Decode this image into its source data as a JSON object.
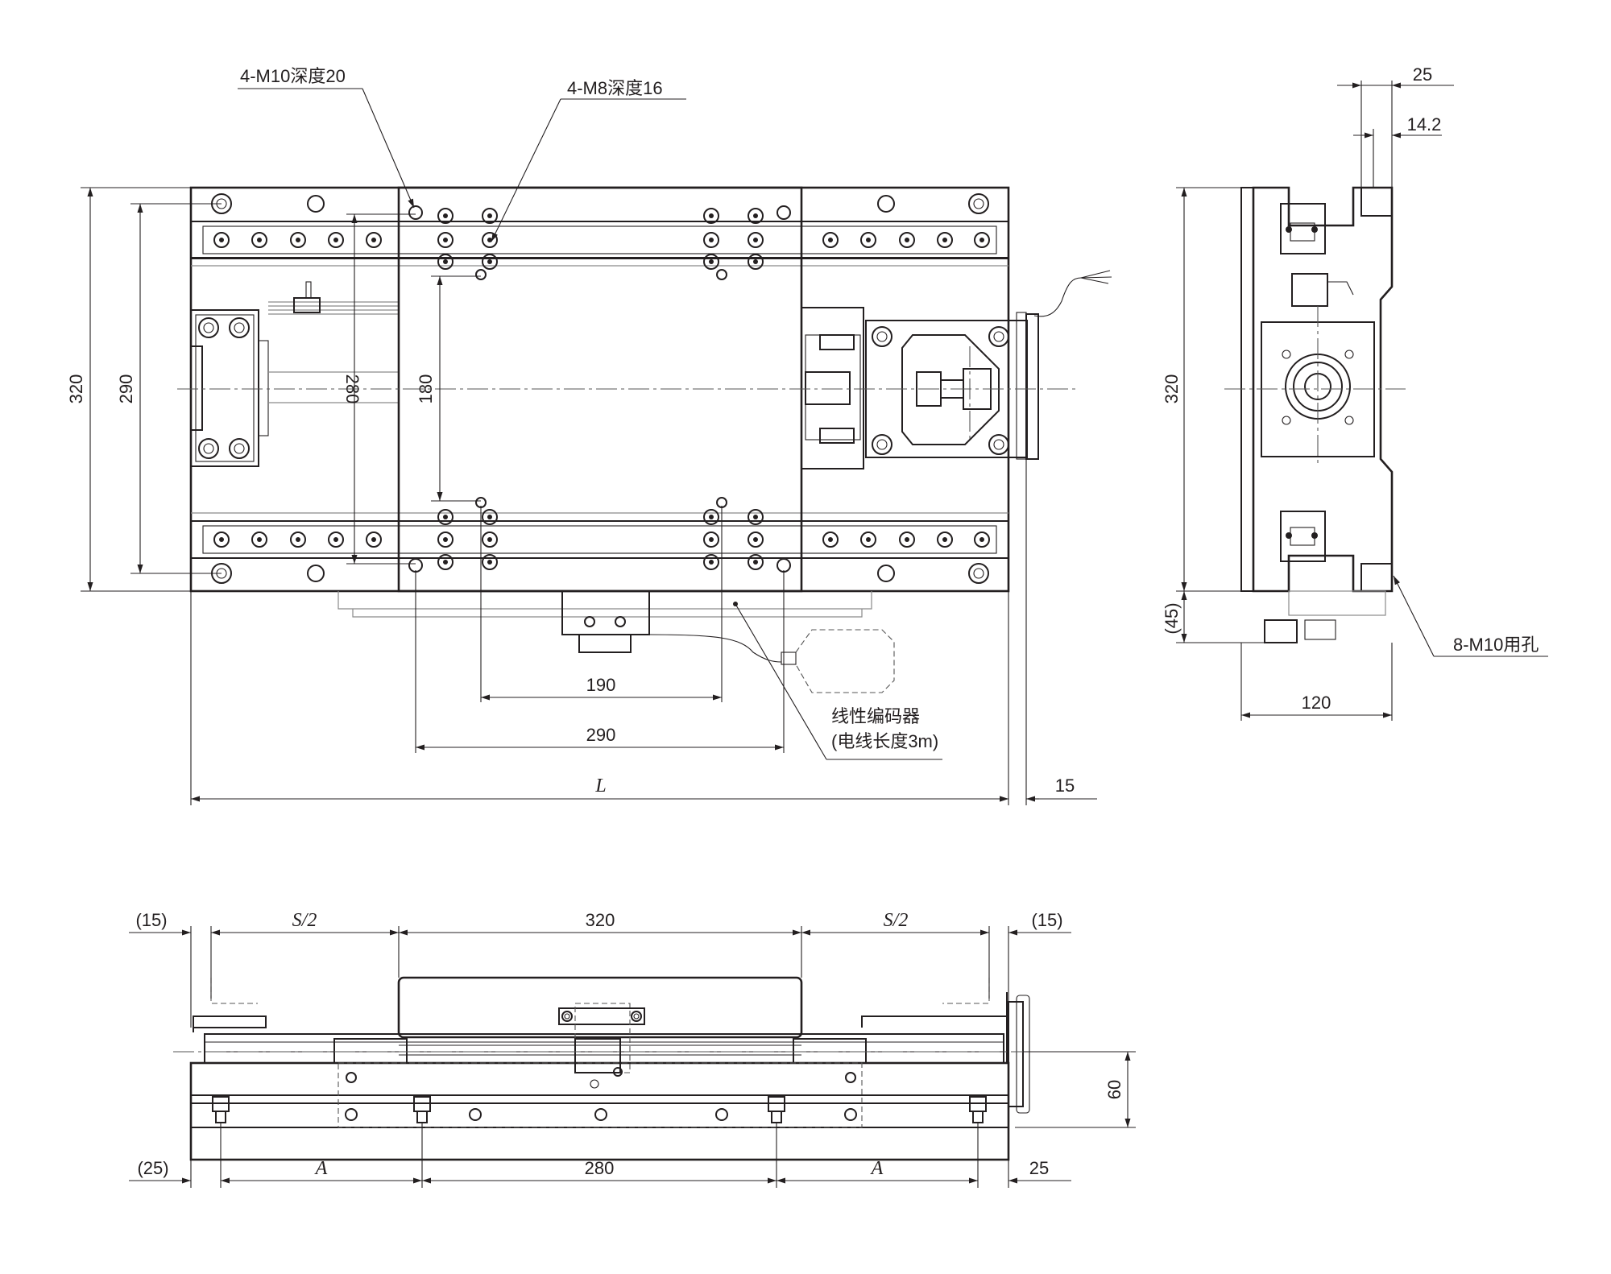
{
  "callouts": {
    "m10_holes": "4-M10深度20",
    "m8_holes": "4-M8深度16",
    "linear_encoder": "线性编码器",
    "encoder_cable": "(电线长度3m)",
    "mount_holes": "8-M10用孔"
  },
  "top_view": {
    "height": "320",
    "rail_span": "290",
    "m10_span": "280",
    "m8_span": "180",
    "m8_pitch": "190",
    "m10_pitch": "290",
    "length": "L",
    "encoder_offset": "15"
  },
  "side_view": {
    "height": "320",
    "dim_25": "25",
    "dim_14_2": "14.2",
    "dim_45": "(45)",
    "width": "120"
  },
  "front_view": {
    "left_margin": "(15)",
    "half_stroke_left": "S/2",
    "table_length": "320",
    "half_stroke_right": "S/2",
    "right_margin": "(15)",
    "height": "60",
    "base_left": "(25)",
    "pitch_a_left": "A",
    "base_pitch": "280",
    "pitch_a_right": "A",
    "base_right": "25"
  },
  "colors": {
    "line": "#231f20",
    "background": "#ffffff"
  }
}
